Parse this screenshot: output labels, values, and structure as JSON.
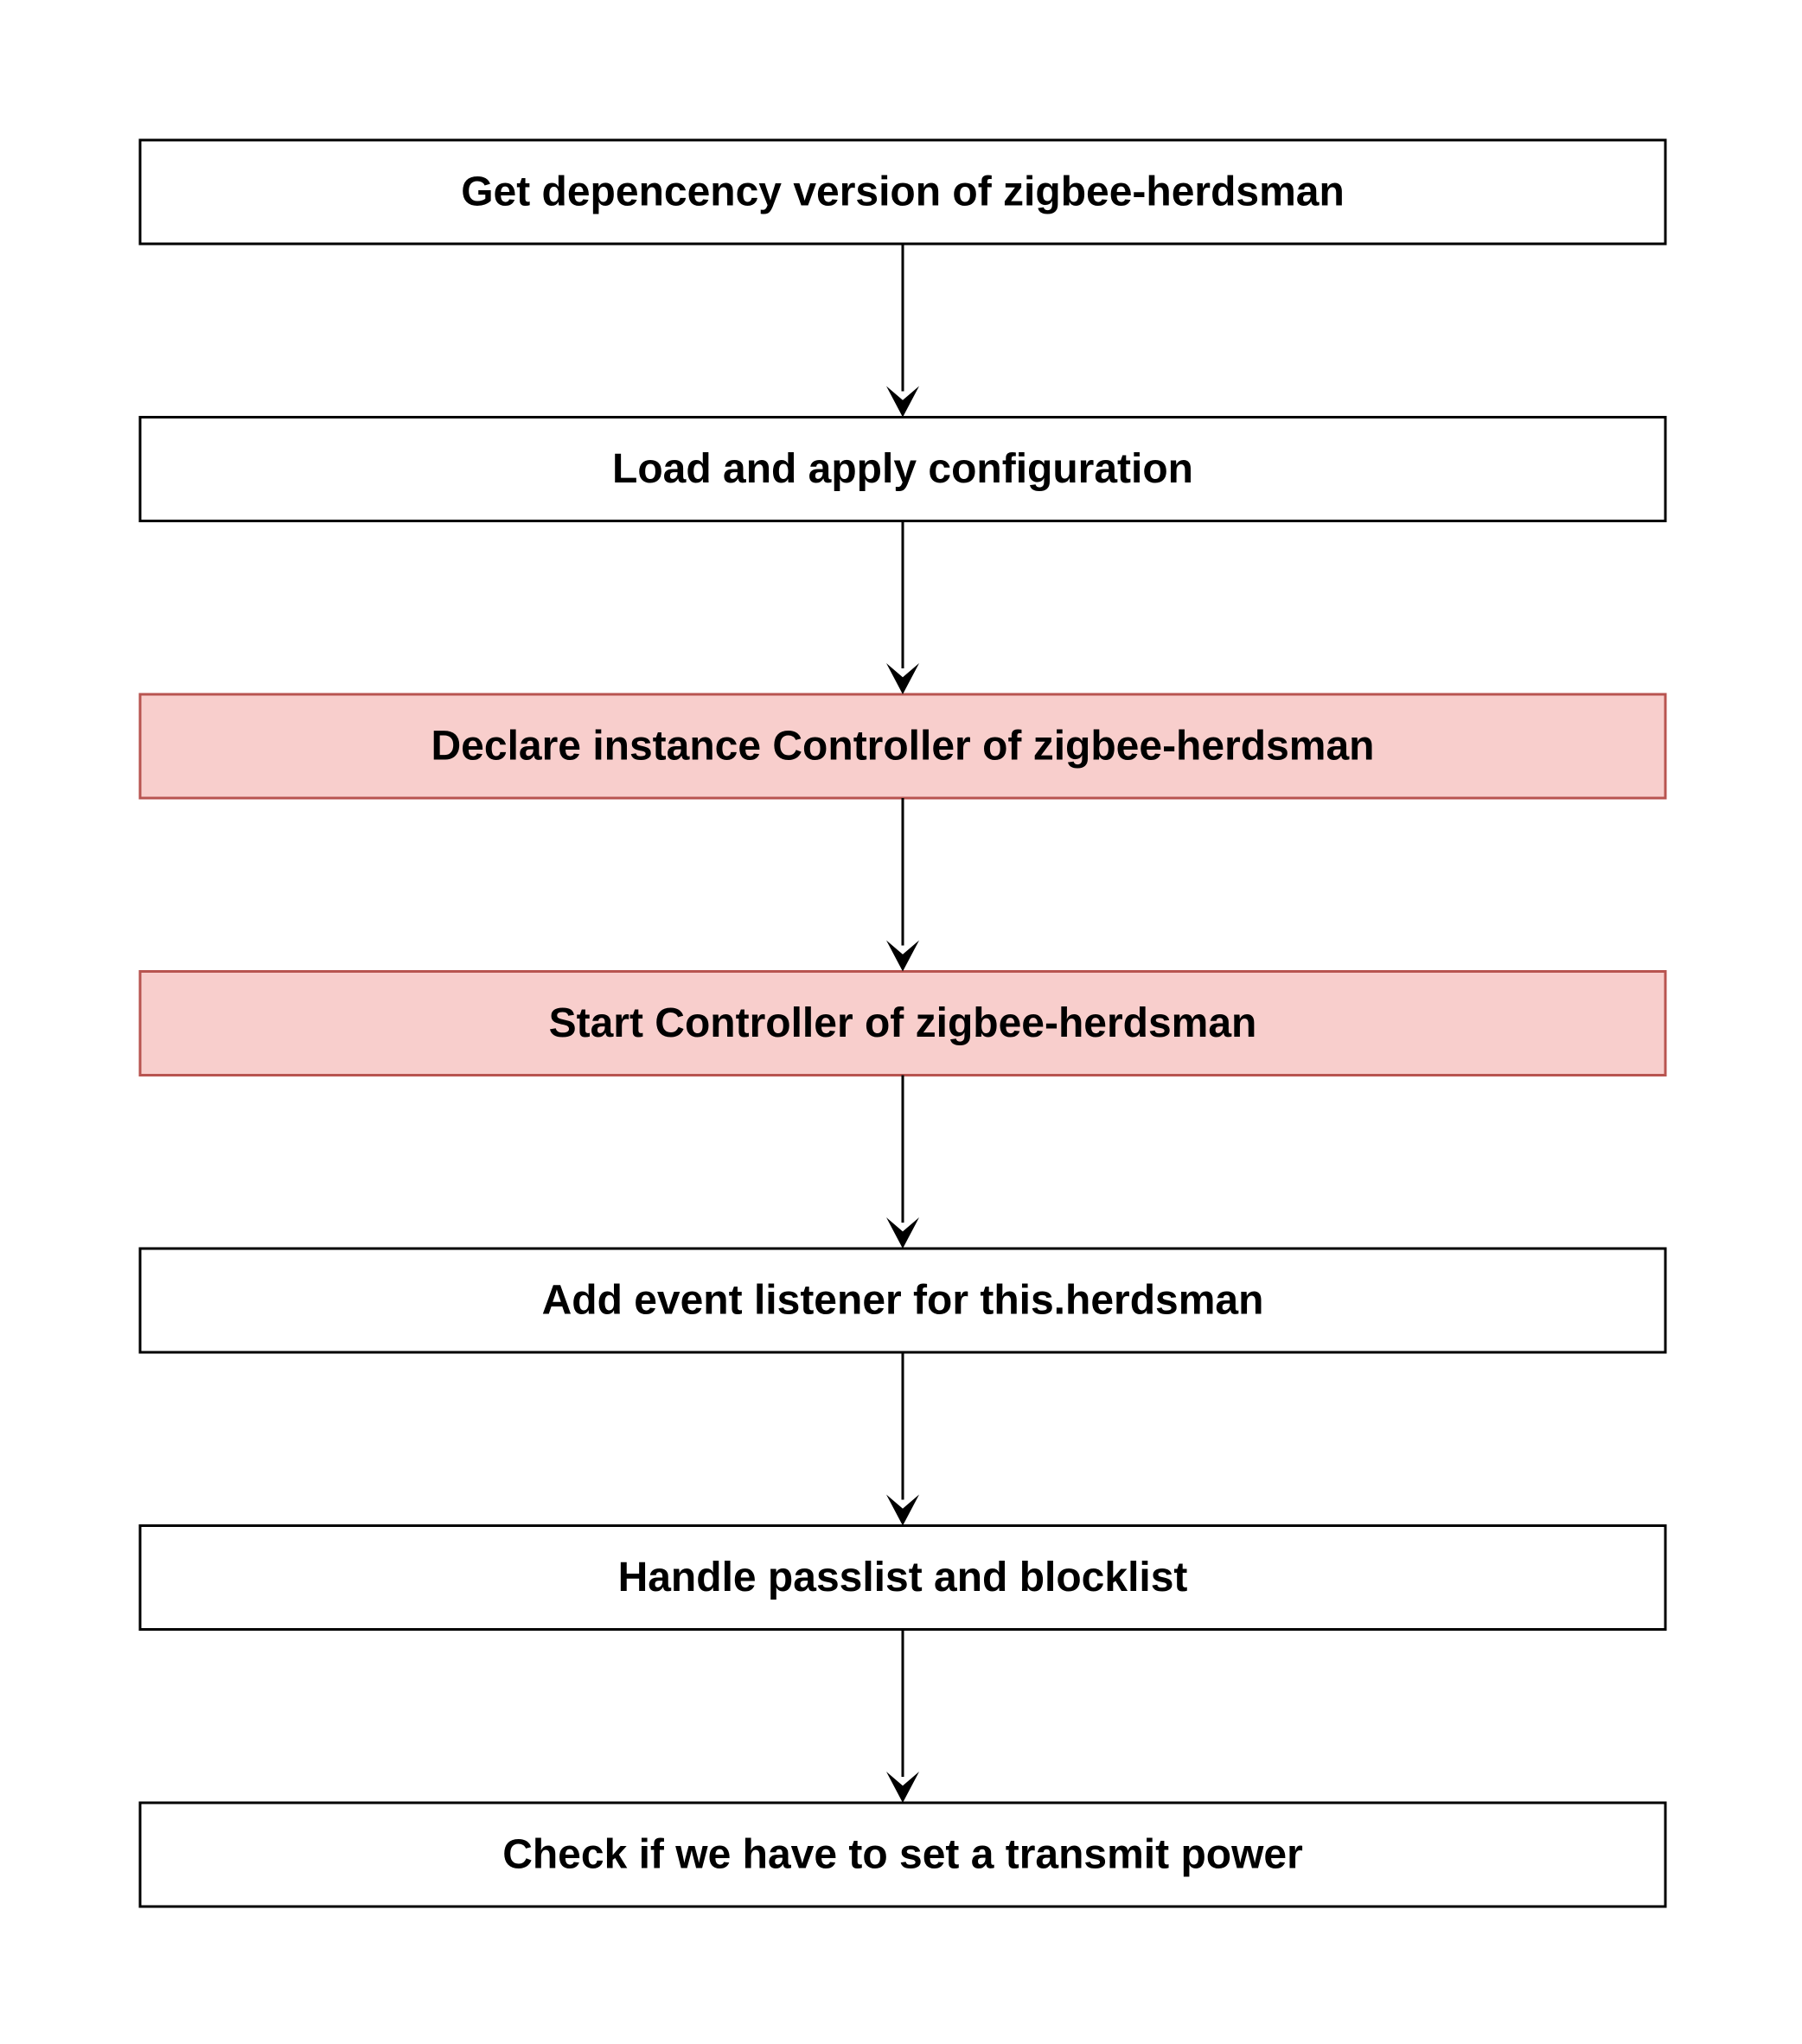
{
  "diagram": {
    "colors": {
      "default_fill": "#ffffff",
      "default_stroke": "#000000",
      "highlight_fill": "#f8cecc",
      "highlight_stroke": "#b85450",
      "arrow": "#000000"
    },
    "steps": [
      {
        "label": "Get depencency version of zigbee-herdsman",
        "highlighted": false
      },
      {
        "label": "Load and apply configuration",
        "highlighted": false
      },
      {
        "label": "Declare instance Controller of zigbee-herdsman",
        "highlighted": true
      },
      {
        "label": "Start Controller of zigbee-herdsman",
        "highlighted": true
      },
      {
        "label": "Add event listener for this.herdsman",
        "highlighted": false
      },
      {
        "label": "Handle passlist and blocklist",
        "highlighted": false
      },
      {
        "label": "Check if we have to set a transmit power",
        "highlighted": false
      }
    ]
  }
}
